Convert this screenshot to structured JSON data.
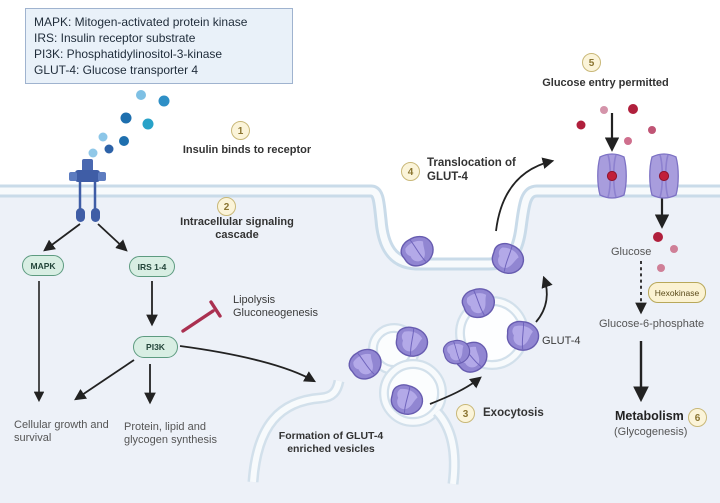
{
  "legend": {
    "lines": [
      "MAPK: Mitogen-activated protein kinase",
      "IRS: Insulin receptor substrate",
      "PI3K: Phosphatidylinositol-3-kinase",
      "GLUT-4: Glucose transporter 4"
    ]
  },
  "steps": {
    "s1": {
      "num": "1",
      "label": "Insulin binds to receptor"
    },
    "s2": {
      "num": "2",
      "label": "Intracellular signaling cascade"
    },
    "s3": {
      "num": "3",
      "label": "Exocytosis"
    },
    "s4": {
      "num": "4",
      "label": "Translocation of GLUT-4"
    },
    "s5": {
      "num": "5",
      "label": "Glucose entry permitted"
    },
    "s6": {
      "num": "6",
      "label": "Metabolism",
      "sublabel": "(Glycogenesis)"
    }
  },
  "nodes": {
    "mapk": "MAPK",
    "irs": "IRS 1-4",
    "pi3k": "PI3K",
    "hexokinase": "Hexokinase"
  },
  "labels": {
    "lipolysis": "Lipolysis",
    "gluconeogenesis": "Gluconeogenesis",
    "cellular_growth": "Cellular growth and survival",
    "protein_synthesis": "Protein, lipid and glycogen synthesis",
    "vesicle_formation": "Formation of GLUT-4 enriched vesicles",
    "glut4": "GLUT-4",
    "glucose": "Glucose",
    "g6p": "Glucose-6-phosphate"
  },
  "colors": {
    "cell_interior": "#edf1f8",
    "membrane": "#c9dbe9",
    "glut4_purple": "#9186d2",
    "inhibition_red": "#aa3050",
    "insulin_blue": "#2e8fc6",
    "glucose_red": "#b01f3c",
    "step_badge": "#fbf4d9",
    "node_green": "#d8eee3"
  }
}
